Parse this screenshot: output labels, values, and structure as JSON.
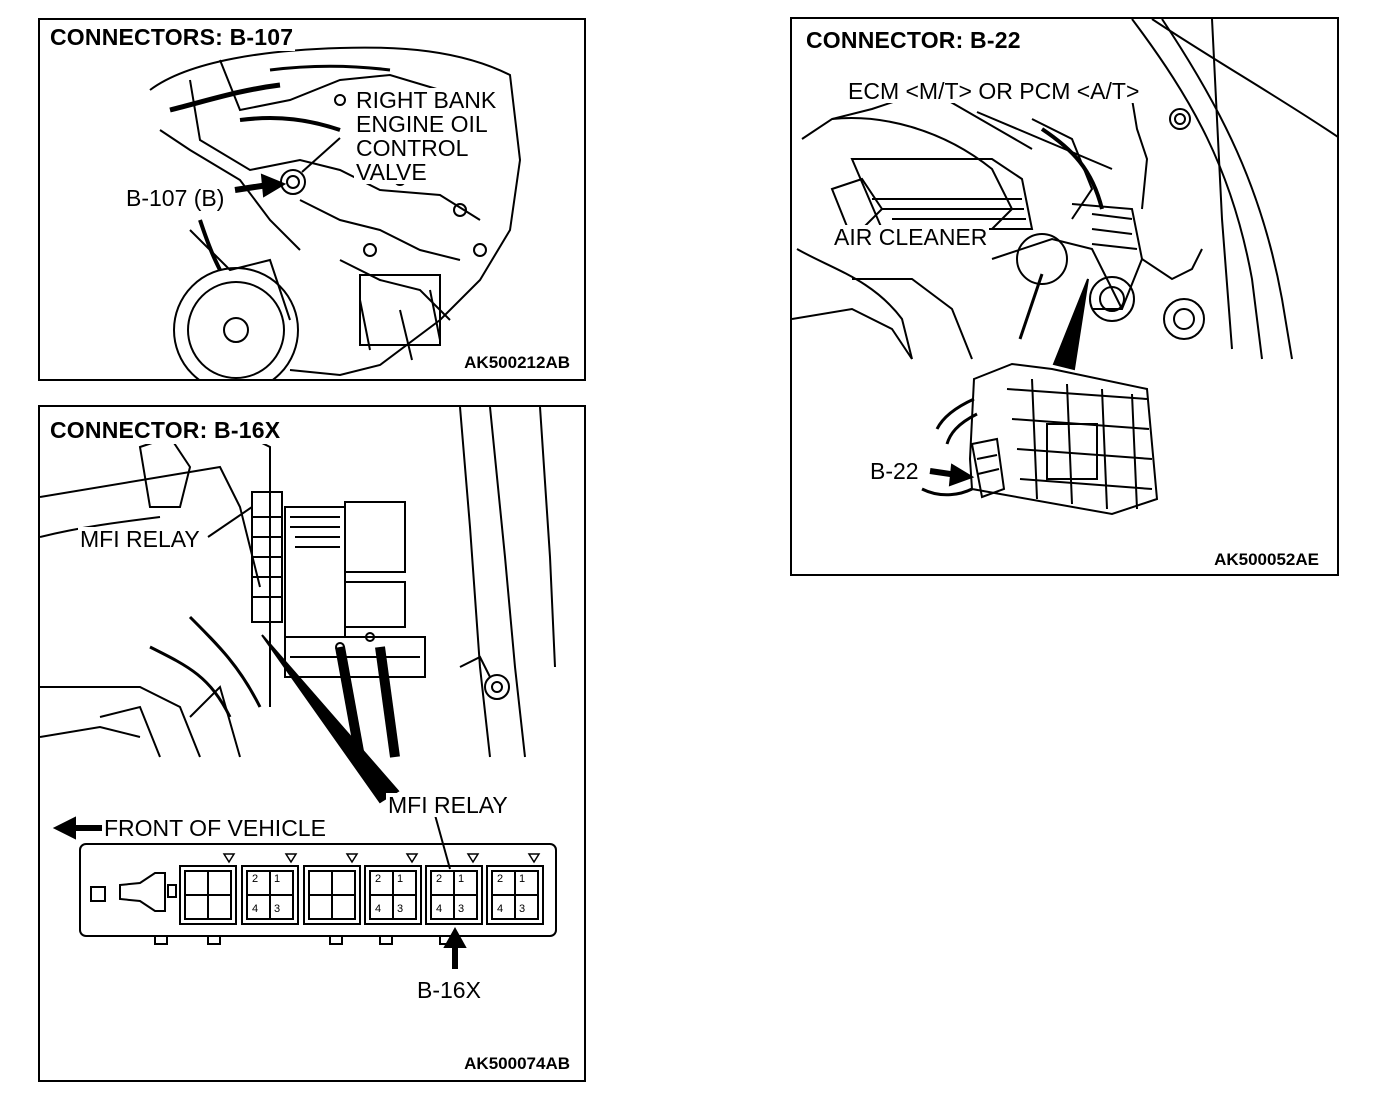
{
  "panels": {
    "b107": {
      "title": "CONNECTORS: B-107",
      "callout_lines": [
        "RIGHT BANK",
        "ENGINE OIL",
        "CONTROL",
        "VALVE"
      ],
      "connector_label": "B-107 (B)",
      "figure_id": "AK500212AB"
    },
    "b16x": {
      "title": "CONNECTOR: B-16X",
      "relay_label_top": "MFI RELAY",
      "relay_label_detail": "MFI RELAY",
      "front_label": "FRONT OF VEHICLE",
      "connector_label": "B-16X",
      "terminal_numbers": [
        "2",
        "1",
        "4",
        "3"
      ],
      "figure_id": "AK500074AB"
    },
    "b22": {
      "title": "CONNECTOR: B-22",
      "ecm_label": "ECM <M/T> OR PCM <A/T>",
      "air_cleaner_label": "AIR CLEANER",
      "connector_label": "B-22",
      "figure_id": "AK500052AE"
    }
  },
  "colors": {
    "ink": "#000000",
    "paper": "#ffffff"
  }
}
